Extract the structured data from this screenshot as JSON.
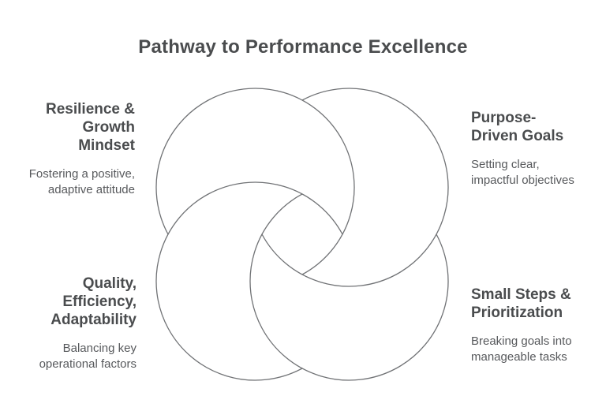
{
  "title": "Pathway to Performance Excellence",
  "colors": {
    "background": "#ffffff",
    "title_text": "#4a4c4e",
    "heading_text": "#4a4c4e",
    "body_text": "#57595c",
    "circle_stroke": "#707275"
  },
  "diagram": {
    "type": "interlocking-circles-knot",
    "circle_count": 4,
    "circles": [
      "top-left",
      "top-right",
      "bottom-right",
      "bottom-left"
    ]
  },
  "cards": [
    {
      "position": "top-left",
      "title_lines": [
        "Resilience &",
        "Growth",
        "Mindset"
      ],
      "desc_lines": [
        "Fostering a positive,",
        "adaptive attitude"
      ]
    },
    {
      "position": "top-right",
      "title_lines": [
        "Purpose-",
        "Driven Goals"
      ],
      "desc_lines": [
        "Setting clear,",
        "impactful objectives"
      ]
    },
    {
      "position": "bottom-left",
      "title_lines": [
        "Quality,",
        "Efficiency,",
        "Adaptability"
      ],
      "desc_lines": [
        "Balancing key",
        "operational factors"
      ]
    },
    {
      "position": "bottom-right",
      "title_lines": [
        "Small Steps &",
        "Prioritization"
      ],
      "desc_lines": [
        "Breaking goals into",
        "manageable tasks"
      ]
    }
  ]
}
